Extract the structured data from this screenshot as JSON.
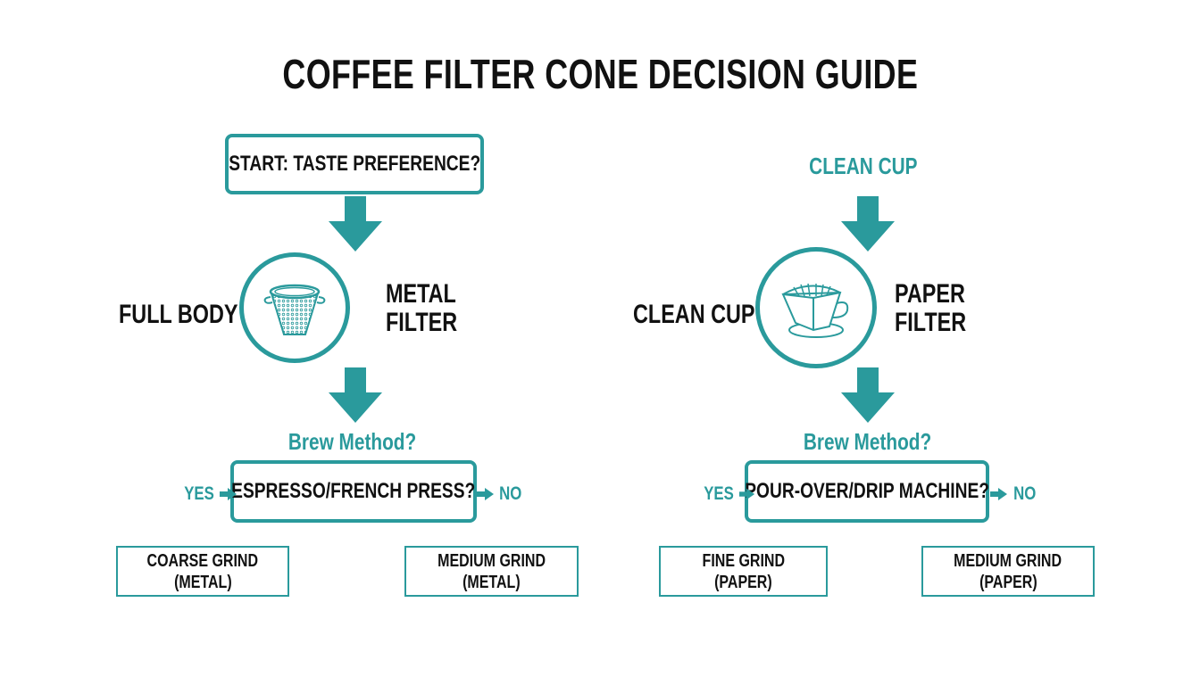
{
  "title": "COFFEE FILTER CONE DECISION GUIDE",
  "colors": {
    "accent": "#2a9a9c",
    "text": "#111111",
    "background": "#ffffff"
  },
  "left_branch": {
    "start_box": "START: TASTE PREFERENCE?",
    "arrow_1_icon": "down-arrow-icon",
    "outcome_label": "FULL BODY",
    "filter_icon": "metal-filter-icon",
    "filter_label_line1": "METAL",
    "filter_label_line2": "FILTER",
    "arrow_2_icon": "down-arrow-icon",
    "question_heading": "Brew Method?",
    "question_box": "ESPRESSO/FRENCH PRESS?",
    "yes_label": "YES",
    "no_label": "NO",
    "results": [
      {
        "line1": "COARSE GRIND",
        "line2": "(METAL)"
      },
      {
        "line1": "MEDIUM GRIND",
        "line2": "(METAL)"
      }
    ]
  },
  "right_branch": {
    "start_label": "CLEAN CUP",
    "arrow_1_icon": "down-arrow-icon",
    "outcome_label": "CLEAN CUP",
    "filter_icon": "paper-filter-icon",
    "filter_label_line1": "PAPER",
    "filter_label_line2": "FILTER",
    "arrow_2_icon": "down-arrow-icon",
    "question_heading": "Brew Method?",
    "question_box": "POUR-OVER/DRIP MACHINE?",
    "yes_label": "YES",
    "no_label": "NO",
    "results": [
      {
        "line1": "FINE GRIND",
        "line2": "(PAPER)"
      },
      {
        "line1": "MEDIUM GRIND",
        "line2": "(PAPER)"
      }
    ]
  }
}
